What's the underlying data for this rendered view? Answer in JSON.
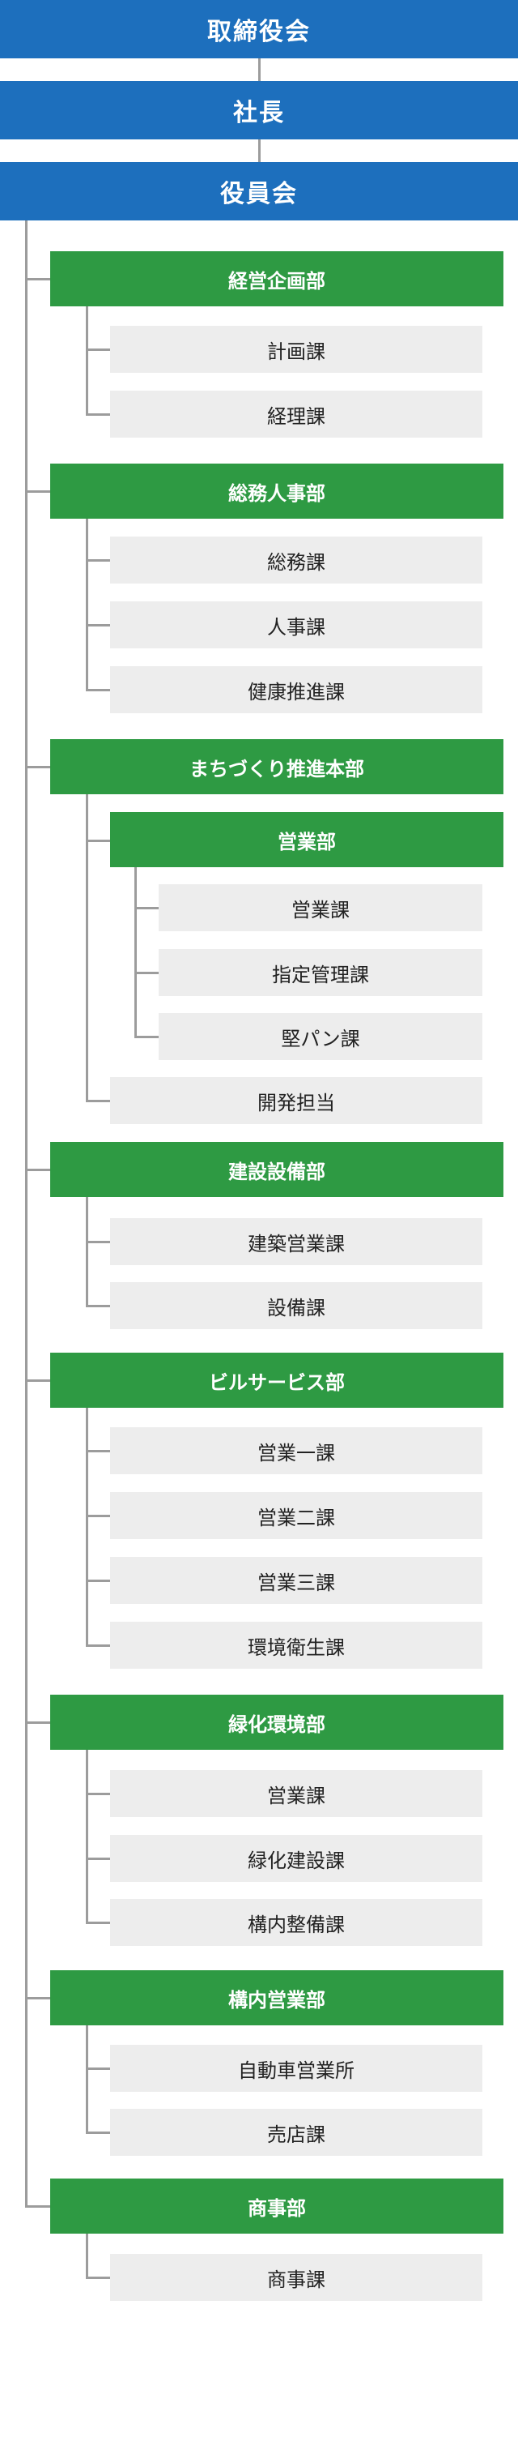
{
  "top": [
    "取締役会",
    "社長",
    "役員会"
  ],
  "departments": [
    {
      "name": "経営企画部",
      "units": [
        "計画課",
        "経理課"
      ]
    },
    {
      "name": "総務人事部",
      "units": [
        "総務課",
        "人事課",
        "健康推進課"
      ]
    },
    {
      "name": "まちづくり推進本部",
      "sub_department": {
        "name": "営業部",
        "units": [
          "営業課",
          "指定管理課",
          "堅パン課"
        ]
      },
      "units": [
        "開発担当"
      ]
    },
    {
      "name": "建設設備部",
      "units": [
        "建築営業課",
        "設備課"
      ]
    },
    {
      "name": "ビルサービス部",
      "units": [
        "営業一課",
        "営業二課",
        "営業三課",
        "環境衛生課"
      ]
    },
    {
      "name": "緑化環境部",
      "units": [
        "営業課",
        "緑化建設課",
        "構内整備課"
      ]
    },
    {
      "name": "構内営業部",
      "units": [
        "自動車営業所",
        "売店課"
      ]
    },
    {
      "name": "商事部",
      "units": [
        "商事課"
      ]
    }
  ],
  "colors": {
    "executive": "#1d6fbd",
    "department": "#2e9a43",
    "unit": "#ededed",
    "connector": "#9c9c9c"
  }
}
